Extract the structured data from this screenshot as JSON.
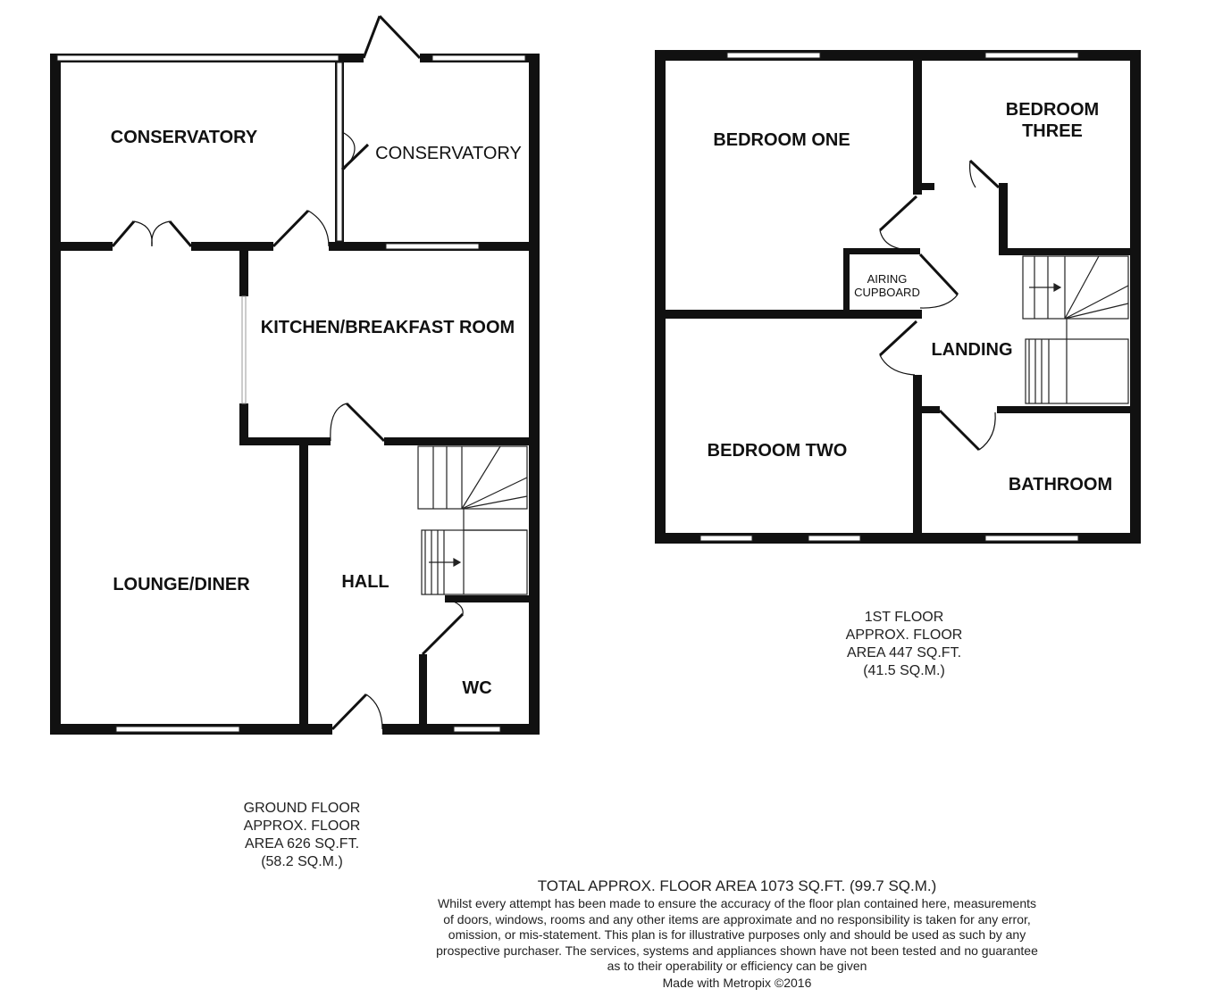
{
  "ground_floor": {
    "rooms": {
      "conservatory_left": "CONSERVATORY",
      "conservatory_right": "CONSERVATORY",
      "kitchen": "KITCHEN/BREAKFAST ROOM",
      "lounge": "LOUNGE/DINER",
      "hall": "HALL",
      "wc": "WC"
    },
    "area": {
      "line1": "GROUND FLOOR",
      "line2": "APPROX. FLOOR",
      "line3": "AREA 626 SQ.FT.",
      "line4": "(58.2 SQ.M.)"
    }
  },
  "first_floor": {
    "rooms": {
      "bedroom_one": "BEDROOM ONE",
      "bedroom_three_line1": "BEDROOM",
      "bedroom_three_line2": "THREE",
      "airing_line1": "AIRING",
      "airing_line2": "CUPBOARD",
      "landing": "LANDING",
      "bedroom_two": "BEDROOM TWO",
      "bathroom": "BATHROOM"
    },
    "area": {
      "line1": "1ST FLOOR",
      "line2": "APPROX. FLOOR",
      "line3": "AREA 447 SQ.FT.",
      "line4": "(41.5 SQ.M.)"
    }
  },
  "footer": {
    "total": "TOTAL APPROX. FLOOR AREA 1073 SQ.FT. (99.7 SQ.M.)",
    "disclaimer_lines": [
      "Whilst every attempt has been made to ensure the accuracy of the floor plan contained here, measurements",
      "of doors, windows, rooms and any other items are approximate and no responsibility is taken for any error,",
      "omission, or mis-statement. This plan is for illustrative purposes only and should be used as such by any",
      "prospective purchaser. The services, systems and appliances shown have not been tested and no guarantee",
      "as to their operability or efficiency can be given"
    ],
    "made_with": "Made with Metropix ©2016"
  },
  "colors": {
    "wall": "#111111",
    "window": "#ffffff",
    "line": "#222222"
  }
}
